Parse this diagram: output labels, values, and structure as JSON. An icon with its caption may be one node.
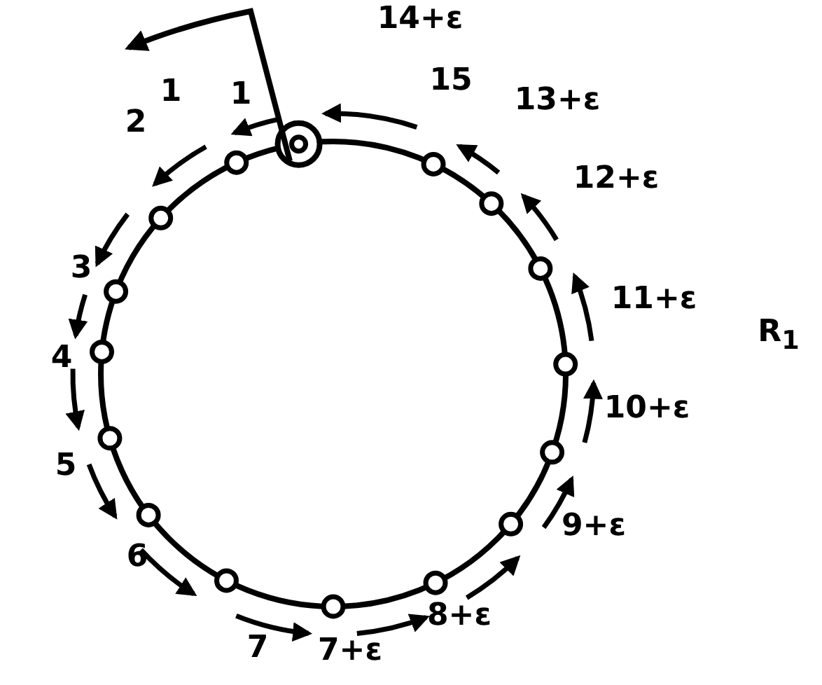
{
  "diagram": {
    "labels": [
      "14+ε",
      "1",
      "1",
      "15",
      "13+ε",
      "2",
      "12+ε",
      "3",
      "11+ε",
      "R$_{1}$",
      "4",
      "10+ε",
      "5",
      "9+ε",
      "6",
      "8+ε",
      "7",
      "7+ε"
    ]
  }
}
